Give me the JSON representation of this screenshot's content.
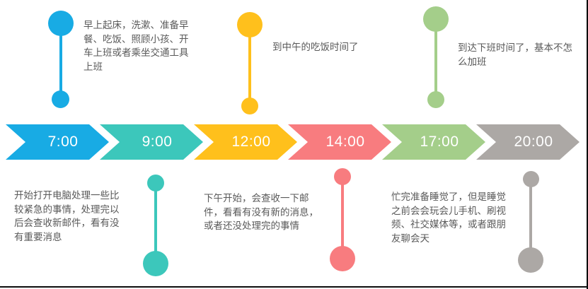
{
  "canvas": {
    "background": "#ffffff",
    "edge_line_color": "#0c0c0c"
  },
  "palette": {
    "blue": "#18ABE4",
    "teal": "#3CC7BB",
    "yellow": "#FFC01C",
    "coral": "#F87C7F",
    "green": "#A4CE8A",
    "gray": "#ACA8A5",
    "note_text": "#595959",
    "time_label_text": "#FFFFFF"
  },
  "timeline": {
    "type": "horizontal-chevron-timeline",
    "steps": [
      {
        "time": "7:00",
        "color_name": "blue",
        "note_position": "top",
        "note": "早上起床，洗漱、准备早餐、吃饭、照顾小孩、开车上班或者乘坐交通工具上班"
      },
      {
        "time": "9:00",
        "color_name": "teal",
        "note_position": "bottom",
        "note": "开始打开电脑处理一些比较紧急的事情，处理完以后会查收新邮件，看有没有重要消息"
      },
      {
        "time": "12:00",
        "color_name": "yellow",
        "note_position": "top",
        "note": "到中午的吃饭时间了"
      },
      {
        "time": "14:00",
        "color_name": "coral",
        "note_position": "bottom",
        "note": "下午开始，会查收一下邮件，看看有没有新的消息，或者还没处理完的事情"
      },
      {
        "time": "17:00",
        "color_name": "green",
        "note_position": "top",
        "note": "到达下班时间了，基本不怎么加班"
      },
      {
        "time": "20:00",
        "color_name": "gray",
        "note_position": "bottom",
        "note": "忙完准备睡觉了，但是睡觉之前会会玩会儿手机、刷视频、社交媒体等，或者跟朋友聊会天"
      }
    ]
  }
}
